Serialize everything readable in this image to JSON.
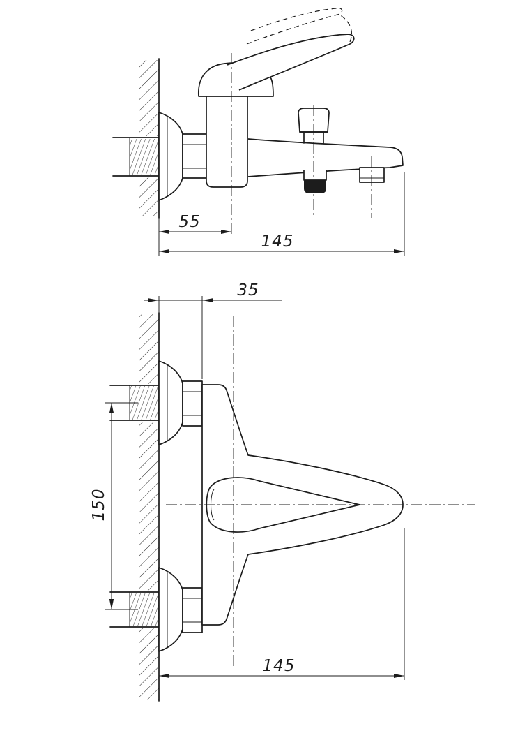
{
  "colors": {
    "ink": "#1c1c1c",
    "paper": "#ffffff"
  },
  "side_view": {
    "dim_wall_to_handle_axis": "55",
    "dim_wall_to_spout_end": "145"
  },
  "plan_view": {
    "dim_wall_to_body": "35",
    "dim_inlet_spacing": "150",
    "dim_wall_to_spout_end": "145"
  }
}
